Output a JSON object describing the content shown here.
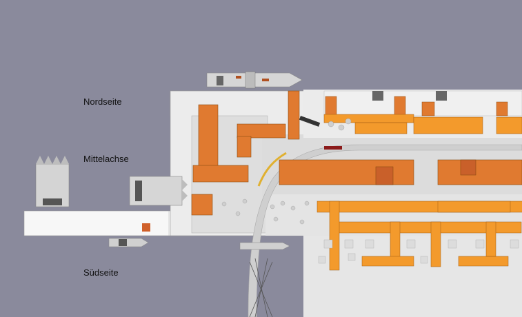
{
  "labels": {
    "north": "Nordseite",
    "middle": "Mittelachse",
    "south": "Südseite"
  },
  "colors": {
    "water": "#8a8a9c",
    "pier": "#f4f4f4",
    "plaza": "#e2e2e2",
    "building_dark": "#e07a30",
    "building_light": "#f39a2c",
    "ship": "#d8d8d8",
    "red_accent": "#8b1a1a"
  }
}
